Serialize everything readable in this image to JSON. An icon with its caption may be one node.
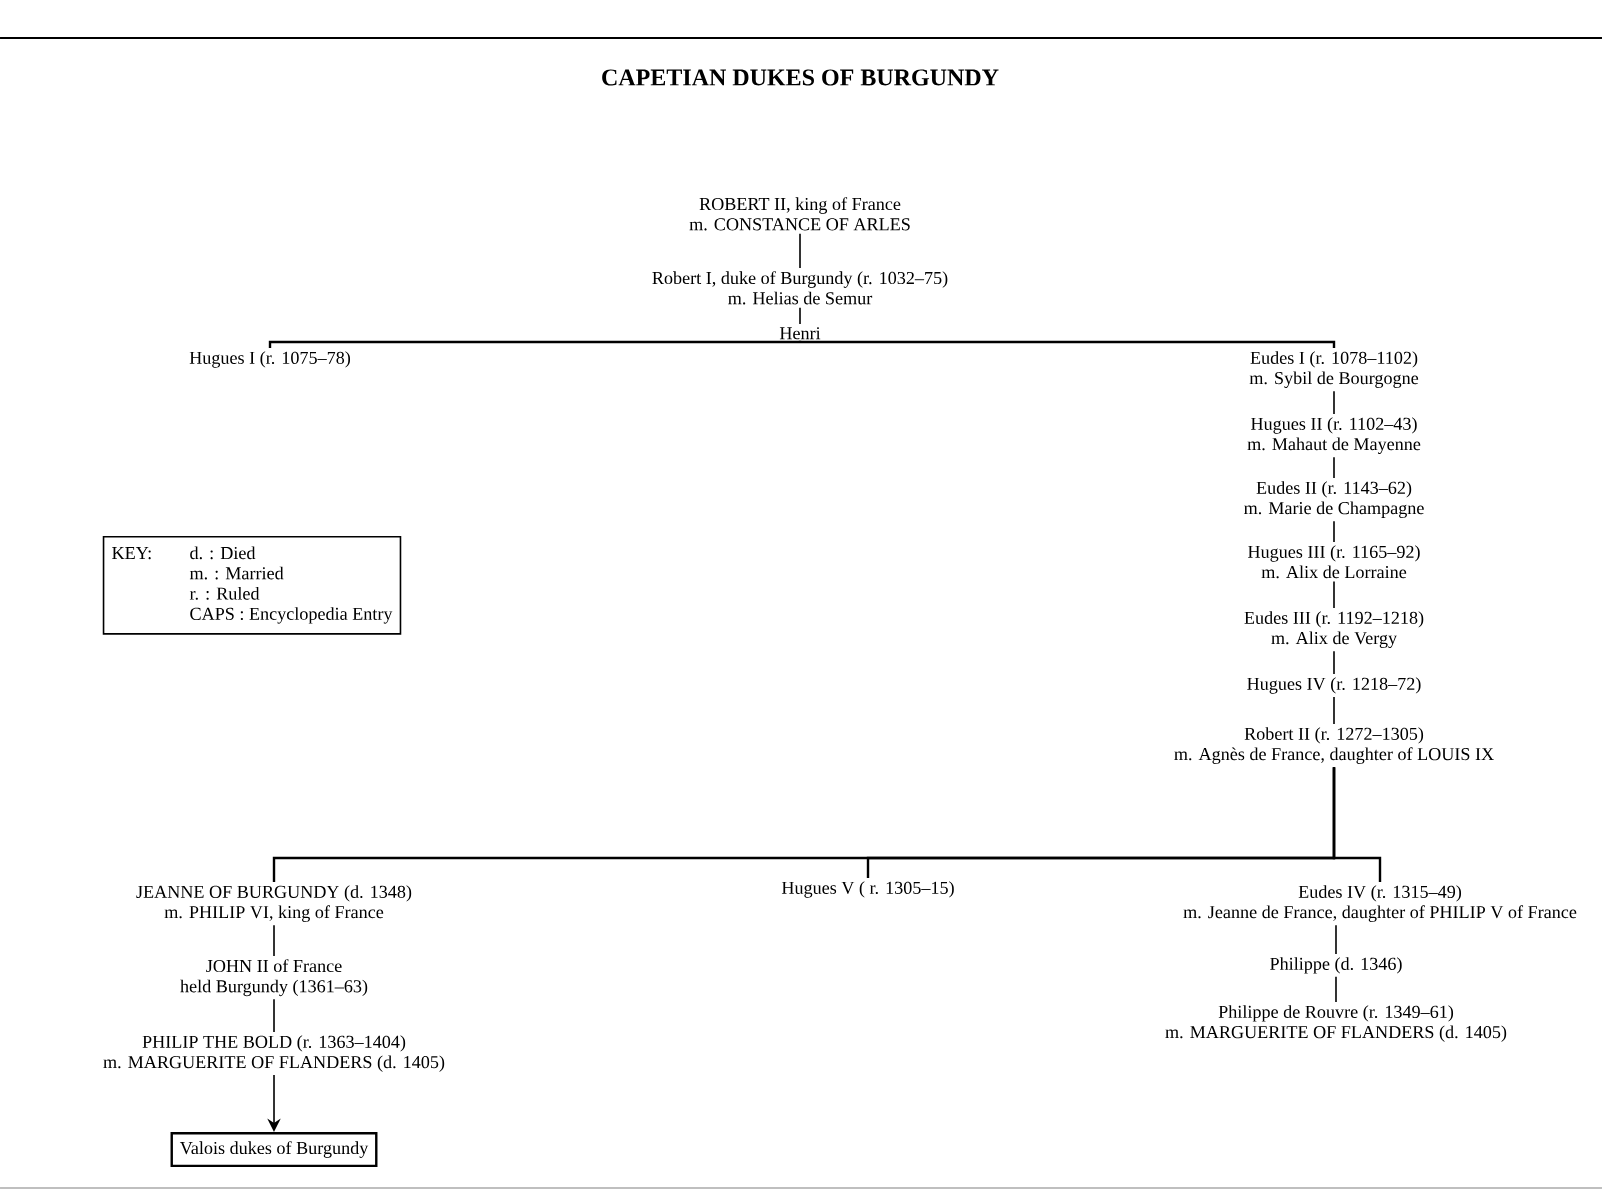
{
  "diagram": {
    "title": "CAPETIAN DUKES OF BURGUNDY",
    "nodes": [
      {
        "text": [
          "ROBERT II, king of France",
          "m. CONSTANCE OF ARLES"
        ]
      },
      {
        "text": [
          "Robert I, duke of Burgundy (r. 1032–75)",
          "m. Helias de Semur"
        ]
      },
      {
        "text": [
          "Henri"
        ]
      },
      {
        "text": [
          "Hugues I (r. 1075–78)"
        ]
      },
      {
        "text": [
          "Eudes I (r. 1078–1102)",
          "m. Sybil de Bourgogne"
        ]
      },
      {
        "text": [
          "Hugues II (r. 1102–43)",
          "m. Mahaut de Mayenne"
        ]
      },
      {
        "text": [
          "Eudes II (r. 1143–62)",
          "m. Marie de Champagne"
        ]
      },
      {
        "text": [
          "Hugues III (r. 1165–92)",
          "m. Alix de Lorraine"
        ]
      },
      {
        "text": [
          "Eudes III (r. 1192–1218)",
          "m. Alix de Vergy"
        ]
      },
      {
        "text": [
          "Hugues IV (r. 1218–72)"
        ]
      },
      {
        "text": [
          "Robert II (r. 1272–1305)",
          "m. Agnès de France, daughter of LOUIS IX"
        ]
      },
      {
        "text": [
          "JEANNE OF BURGUNDY (d. 1348)",
          "m. PHILIP VI, king of France"
        ]
      },
      {
        "text": [
          "Hugues V ( r. 1305–15)"
        ]
      },
      {
        "text": [
          "Eudes IV (r. 1315–49)",
          "m.  Jeanne de France, daughter of PHILIP V of France"
        ]
      },
      {
        "text": [
          "JOHN II of France",
          "held Burgundy (1361–63)"
        ]
      },
      {
        "text": [
          "Philippe (d. 1346)"
        ]
      },
      {
        "text": [
          "PHILIP THE BOLD (r. 1363–1404)",
          "m. MARGUERITE OF FLANDERS (d. 1405)"
        ]
      },
      {
        "text": [
          "Philippe de Rouvre (r. 1349–61)",
          "m. MARGUERITE OF FLANDERS (d. 1405)"
        ]
      },
      {
        "text": [
          "Valois dukes of Burgundy"
        ]
      },
      {
        "text": [
          "KEY:",
          "d. : Died",
          "m. : Married",
          "r. : Ruled",
          "CAPS : Encyclopedia Entry"
        ]
      }
    ],
    "edges": [
      {
        "from": 0,
        "to": 1,
        "arrow": "none"
      },
      {
        "from": 1,
        "to": 2,
        "arrow": "none"
      },
      {
        "from": 2,
        "to": 3,
        "arrow": "none"
      },
      {
        "from": 2,
        "to": 4,
        "arrow": "none"
      },
      {
        "from": 4,
        "to": 5,
        "arrow": "none"
      },
      {
        "from": 5,
        "to": 6,
        "arrow": "none"
      },
      {
        "from": 6,
        "to": 7,
        "arrow": "none"
      },
      {
        "from": 7,
        "to": 8,
        "arrow": "none"
      },
      {
        "from": 8,
        "to": 9,
        "arrow": "none"
      },
      {
        "from": 9,
        "to": 10,
        "arrow": "none"
      },
      {
        "from": 10,
        "to": 11,
        "arrow": "none"
      },
      {
        "from": 10,
        "to": 12,
        "arrow": "none"
      },
      {
        "from": 10,
        "to": 13,
        "arrow": "none"
      },
      {
        "from": 11,
        "to": 14,
        "arrow": "none"
      },
      {
        "from": 14,
        "to": 16,
        "arrow": "none"
      },
      {
        "from": 16,
        "to": 18,
        "arrow": "to"
      },
      {
        "from": 13,
        "to": 15,
        "arrow": "none"
      },
      {
        "from": 15,
        "to": 17,
        "arrow": "none"
      }
    ]
  }
}
